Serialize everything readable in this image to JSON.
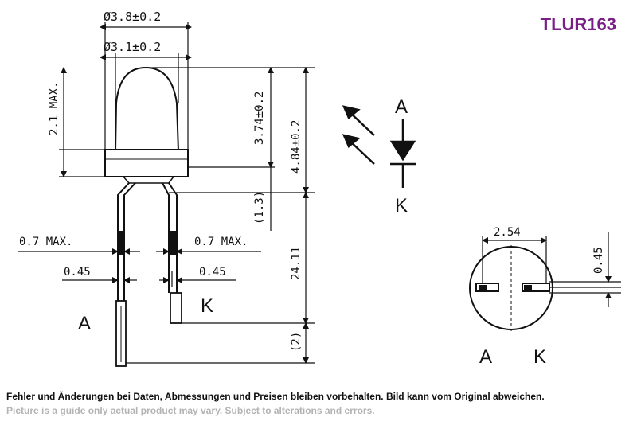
{
  "title": "TLUR163",
  "dimensions": {
    "outer_diameter": "Ø3.8±0.2",
    "inner_diameter": "Ø3.1±0.2",
    "dome_height": "2.1 MAX.",
    "body_height": "3.74±0.2",
    "total_height": "4.84±0.2",
    "lead_bend": "(1.3)",
    "lead_length": "24.11",
    "lead_end": "(2)",
    "lead_max_left": "0.7 MAX.",
    "lead_max_right": "0.7 MAX.",
    "lead_thickness_left": "0.45",
    "lead_thickness_right": "0.45",
    "pin_spacing": "2.54",
    "lead_width_top": "0.45"
  },
  "pins": {
    "anode": "A",
    "cathode": "K"
  },
  "symbol": {
    "anode": "A",
    "cathode": "K"
  },
  "footer": {
    "note_de": "Fehler und Änderungen bei Daten, Abmessungen und Preisen bleiben vorbehalten. Bild kann vom Original abweichen.",
    "note_en": "Picture is a guide only actual product may vary. Subject to alterations and errors."
  },
  "colors": {
    "title": "#7a1f86",
    "line": "#111111",
    "note_en": "#b3b3b3"
  }
}
